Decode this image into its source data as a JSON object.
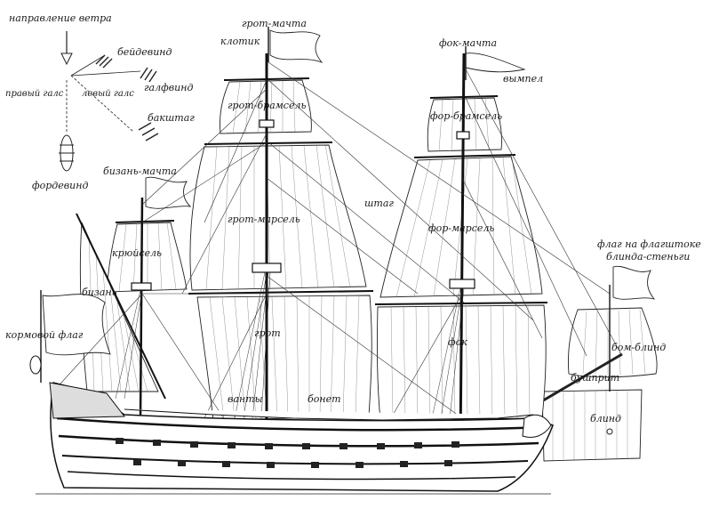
{
  "labels": {
    "wind_direction": "направление ветра",
    "close_hauled": "бейдевинд",
    "beam_reach": "галфвинд",
    "starboard_tack": "правый галс",
    "port_tack": "левый галс",
    "broad_reach": "бакштаг",
    "running": "фордевинд",
    "mizzen_mast": "бизань-мачта",
    "main_mast": "грот-мачта",
    "truck": "клотик",
    "fore_mast": "фок-мачта",
    "pennant": "вымпел",
    "main_topgallant": "грот-брамсель",
    "fore_topgallant": "фор-брамсель",
    "main_topsail": "грот-марсель",
    "fore_topsail": "фор-марсель",
    "stay": "штаг",
    "cross_jack": "крюйсель",
    "mizzen": "бизань",
    "stern_flag": "кормовой флаг",
    "main_course": "грот",
    "fore_course": "фок",
    "shrouds": "ванты",
    "bonnet": "бонет",
    "bowsprit": "бушприт",
    "bom_blind": "бом-блинд",
    "blind": "блинд",
    "flagstaff_flag_l1": "флаг на флагштоке",
    "flagstaff_flag_l2": "блинда-стеньги"
  }
}
